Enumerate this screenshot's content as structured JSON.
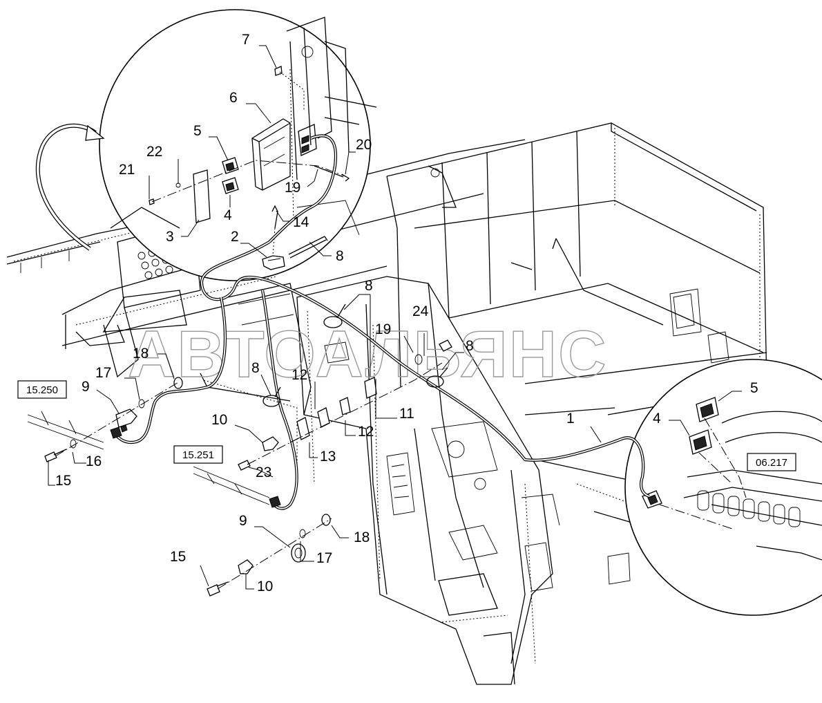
{
  "watermark": "АВТОАЛЬЯНС",
  "reference_boxes": [
    "15.250",
    "15.251",
    "06.217"
  ],
  "callouts": {
    "c1": "1",
    "c2": "2",
    "c3": "3",
    "c4_top": "4",
    "c4_right": "4",
    "c5_top": "5",
    "c5_right": "5",
    "c6": "6",
    "c7": "7",
    "c8_a": "8",
    "c8_b": "8",
    "c8_c": "8",
    "c8_d": "8",
    "c9_a": "9",
    "c9_b": "9",
    "c10_a": "10",
    "c10_b": "10",
    "c11": "11",
    "c12_a": "12",
    "c12_b": "12",
    "c13": "13",
    "c14": "14",
    "c15_a": "15",
    "c15_b": "15",
    "c16": "16",
    "c17_a": "17",
    "c17_b": "17",
    "c18_a": "18",
    "c18_b": "18",
    "c19_a": "19",
    "c19_b": "19",
    "c20": "20",
    "c21": "21",
    "c22": "22",
    "c23": "23",
    "c24": "24"
  }
}
